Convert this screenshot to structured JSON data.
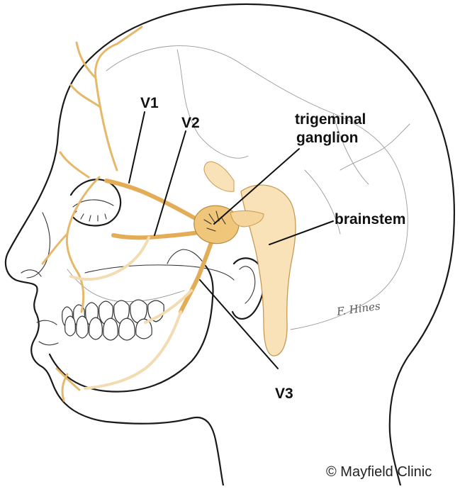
{
  "labels": {
    "v1": "V1",
    "v2": "V2",
    "v3": "V3",
    "trigeminal_line1": "trigeminal",
    "trigeminal_line2": "ganglion",
    "brainstem": "brainstem"
  },
  "copyright": "© Mayfield Clinic",
  "signature": "F. Hines",
  "colors": {
    "nerve": "#e6b86a",
    "brainstem_fill": "#f9e2b8",
    "outline": "#1a1a1a"
  }
}
